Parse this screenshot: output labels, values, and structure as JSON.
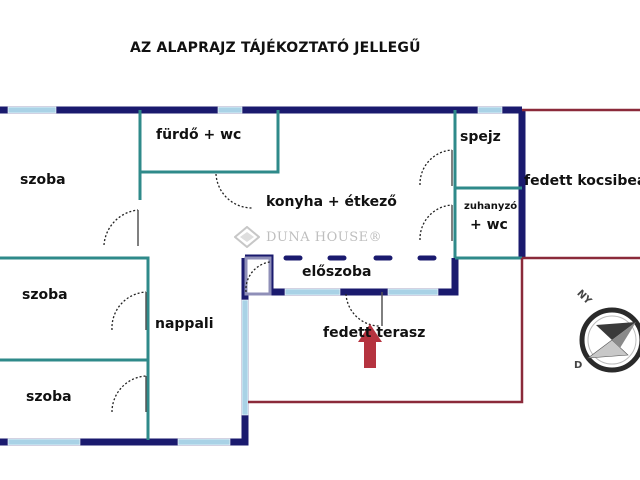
{
  "title": "AZ ALAPRAJZ TÁJÉKOZTATÓ JELLEGŰ",
  "watermark": "DUNA HOUSE®",
  "rooms": {
    "szoba_top": "szoba",
    "szoba_middle": "szoba",
    "szoba_bottom": "szoba",
    "furdo_wc": "fürdő + wc",
    "konyha": "konyha + étkező",
    "spejz": "spejz",
    "zuhanyzo": "zuhanyzó",
    "zuhanyzo_wc": "+ wc",
    "fedett_kocsibeallo": "fedett kocsibeá",
    "eloszoba": "előszoba",
    "nappali": "nappali",
    "fedett_terasz": "fedett terasz"
  },
  "compass": {
    "letters": "NY",
    "letter_d": "D"
  },
  "colors": {
    "wall": "#1a1a6e",
    "inner_wall": "#2f8a8a",
    "window": "#a9d2e6",
    "outer_line": "#8b2a3a",
    "arrow": "#b5333f",
    "door": "#222222"
  }
}
